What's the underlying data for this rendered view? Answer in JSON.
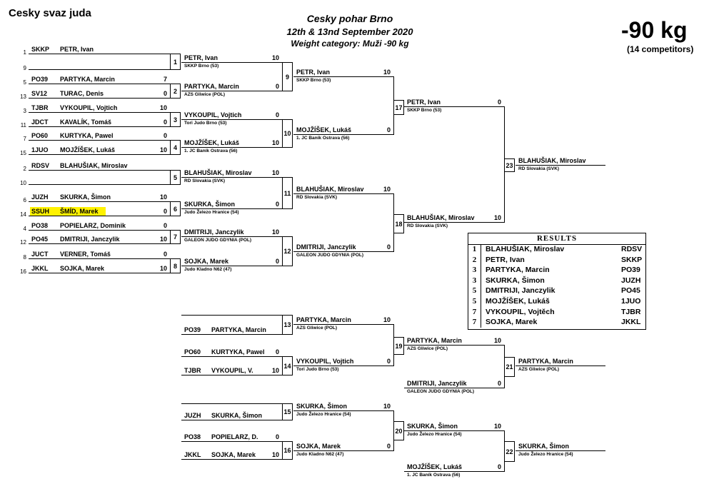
{
  "header": {
    "organization": "Cesky svaz juda",
    "title_line1": "Cesky pohar Brno",
    "title_line2": "12th & 13nd September 2020",
    "title_line3": "Weight category: Muži -90 kg",
    "weight": "-90 kg",
    "competitors": "(14 competitors)"
  },
  "highlight_color": "#fff200",
  "entries": [
    {
      "seed": "1",
      "code": "SKKP",
      "name": "PETR, Ivan",
      "score": ""
    },
    {
      "seed": "9",
      "code": "",
      "name": "",
      "score": ""
    },
    {
      "seed": "5",
      "code": "PO39",
      "name": "PARTYKA, Marcin",
      "score": "7"
    },
    {
      "seed": "13",
      "code": "SV12",
      "name": "TURAC, Denis",
      "score": "0"
    },
    {
      "seed": "3",
      "code": "TJBR",
      "name": "VYKOUPIL, Vojtich",
      "score": "10"
    },
    {
      "seed": "11",
      "code": "JDCT",
      "name": "KAVALÍK, Tomáš",
      "score": "0"
    },
    {
      "seed": "7",
      "code": "PO60",
      "name": "KURTYKA, Pawel",
      "score": "0"
    },
    {
      "seed": "15",
      "code": "1JUO",
      "name": "MOJŽÍŠEK, Lukáš",
      "score": "10"
    },
    {
      "seed": "2",
      "code": "RDSV",
      "name": "BLAHUŠIAK, Miroslav",
      "score": ""
    },
    {
      "seed": "10",
      "code": "",
      "name": "",
      "score": ""
    },
    {
      "seed": "6",
      "code": "JUZH",
      "name": "SKURKA, Šimon",
      "score": "10"
    },
    {
      "seed": "14",
      "code": "SSUH",
      "name": "ŠMÍD, Marek",
      "score": "0"
    },
    {
      "seed": "4",
      "code": "PO38",
      "name": "POPIELARZ, Dominik",
      "score": "0"
    },
    {
      "seed": "12",
      "code": "PO45",
      "name": "DMITRIJI, Janczylik",
      "score": "10"
    },
    {
      "seed": "8",
      "code": "JUCT",
      "name": "VERNER, Tomáš",
      "score": "0"
    },
    {
      "seed": "16",
      "code": "JKKL",
      "name": "SOJKA, Marek",
      "score": "10"
    }
  ],
  "round2": [
    {
      "match": "1",
      "top": {
        "name": "PETR, Ivan",
        "club": "SKKP Brno (53)",
        "score": "10"
      },
      "bottom": {
        "name": "PARTYKA, Marcin",
        "club": "AZS Gliwice (POL)",
        "score": "0"
      },
      "bmatch": "2"
    },
    {
      "match": "3",
      "top": {
        "name": "VYKOUPIL, Vojtich",
        "club": "Tori Judo Brno (53)",
        "score": "0"
      },
      "bottom": {
        "name": "MOJŽÍŠEK, Lukáš",
        "club": "1. JC Baník Ostrava (56)",
        "score": "10"
      },
      "bmatch": "4"
    },
    {
      "match": "5",
      "top": {
        "name": "BLAHUŠIAK, Miroslav",
        "club": "RD Slovakia (SVK)",
        "score": "10"
      },
      "bottom": {
        "name": "SKURKA, Šimon",
        "club": "Judo Železo Hranice (54)",
        "score": "0"
      },
      "bmatch": "6"
    },
    {
      "match": "7",
      "top": {
        "name": "DMITRIJI, Janczylik",
        "club": "GALEON  JUDO  GDYNIA (POL)",
        "score": "10"
      },
      "bottom": {
        "name": "SOJKA, Marek",
        "club": "Judo Kladno N62 (47)",
        "score": "0"
      },
      "bmatch": "8"
    }
  ],
  "quarter": [
    {
      "match": "9",
      "name": "PETR, Ivan",
      "club": "SKKP Brno (53)",
      "score": "10"
    },
    {
      "match": "10",
      "name": "MOJŽÍŠEK, Lukáš",
      "club": "1. JC Baník Ostrava (56)",
      "score": "0"
    },
    {
      "match": "11",
      "name": "BLAHUŠIAK, Miroslav",
      "club": "RD Slovakia (SVK)",
      "score": "10"
    },
    {
      "match": "12",
      "name": "DMITRIJI, Janczylik",
      "club": "GALEON  JUDO  GDYNIA (POL)",
      "score": "0"
    }
  ],
  "semi": [
    {
      "match": "17",
      "name": "PETR, Ivan",
      "club": "SKKP Brno (53)",
      "score": "0"
    },
    {
      "match": "18",
      "name": "BLAHUŠIAK, Miroslav",
      "club": "RD Slovakia (SVK)",
      "score": "10"
    }
  ],
  "final": {
    "match": "23",
    "name": "BLAHUŠIAK, Miroslav",
    "club": "RD Slovakia (SVK)"
  },
  "repechage": {
    "r1": [
      {
        "code": "PO39",
        "name": "PARTYKA, Marcin"
      },
      {
        "code": "PO60",
        "name": "KURTYKA, Pawel",
        "score": "0"
      },
      {
        "code": "TJBR",
        "name": "VYKOUPIL, V.",
        "score": "10"
      },
      {
        "code": "JUZH",
        "name": "SKURKA, Šimon"
      },
      {
        "code": "PO38",
        "name": "POPIELARZ, D.",
        "score": "0"
      },
      {
        "code": "JKKL",
        "name": "SOJKA, Marek",
        "score": "10"
      }
    ],
    "m13": {
      "match": "13",
      "name": "PARTYKA, Marcin",
      "club": "AZS Gliwice (POL)",
      "score": "10"
    },
    "m14": {
      "match": "14",
      "name": "VYKOUPIL, Vojtich",
      "club": "Tori Judo Brno (53)",
      "score": "0"
    },
    "m15": {
      "match": "15",
      "name": "SKURKA, Šimon",
      "club": "Judo Železo Hranice (54)",
      "score": "10"
    },
    "m16": {
      "match": "16",
      "name": "SOJKA, Marek",
      "club": "Judo Kladno N62 (47)",
      "score": "0"
    },
    "m19": {
      "match": "19",
      "name": "PARTYKA, Marcin",
      "club": "AZS Gliwice (POL)",
      "score": "10"
    },
    "m19b": {
      "name": "DMITRIJI, Janczylik",
      "club": "GALEON  JUDO  GDYNIA (POL)",
      "score": "0"
    },
    "m20": {
      "match": "20",
      "name": "SKURKA, Šimon",
      "club": "Judo Železo Hranice (54)",
      "score": "10"
    },
    "m20b": {
      "name": "MOJŽÍŠEK, Lukáš",
      "club": "1. JC Baník Ostrava (56)",
      "score": "0"
    },
    "m21": {
      "match": "21",
      "name": "PARTYKA, Marcin",
      "club": "AZS Gliwice (POL)"
    },
    "m22": {
      "match": "22",
      "name": "SKURKA, Šimon",
      "club": "Judo Železo Hranice (54)"
    }
  },
  "results": {
    "header": "RESULTS",
    "rows": [
      {
        "rank": "1",
        "name": "BLAHUŠIAK, Miroslav",
        "code": "RDSV"
      },
      {
        "rank": "2",
        "name": "PETR, Ivan",
        "code": "SKKP"
      },
      {
        "rank": "3",
        "name": "PARTYKA, Marcin",
        "code": "PO39"
      },
      {
        "rank": "3",
        "name": "SKURKA, Šimon",
        "code": "JUZH"
      },
      {
        "rank": "5",
        "name": "DMITRIJI, Janczylik",
        "code": "PO45"
      },
      {
        "rank": "5",
        "name": "MOJŽÍŠEK, Lukáš",
        "code": "1JUO"
      },
      {
        "rank": "7",
        "name": "VYKOUPIL, Vojtěch",
        "code": "TJBR"
      },
      {
        "rank": "7",
        "name": "SOJKA, Marek",
        "code": "JKKL"
      }
    ]
  }
}
